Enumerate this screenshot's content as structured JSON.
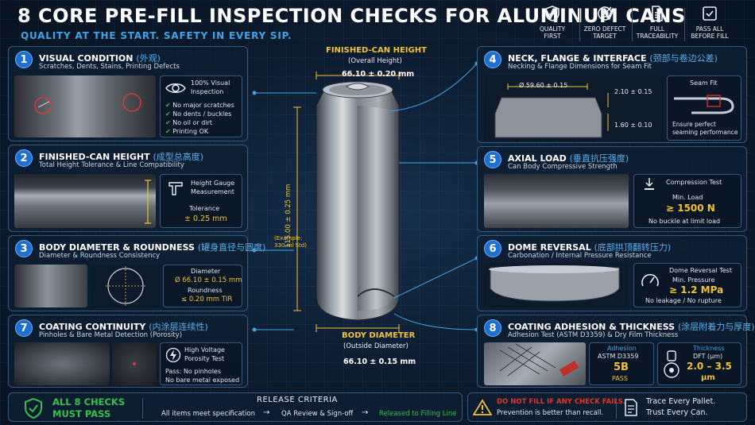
{
  "header": {
    "title": "8 CORE PRE-FILL INSPECTION CHECKS FOR ALUMINUM CANS",
    "subtitle": "QUALITY AT THE START.  SAFETY IN EVERY SIP.",
    "badges": [
      {
        "icon": "shield-check-icon",
        "line1": "QUALITY",
        "line2": "FIRST"
      },
      {
        "icon": "target-icon",
        "line1": "ZERO DEFECT",
        "line2": "TARGET"
      },
      {
        "icon": "document-icon",
        "line1": "FULL",
        "line2": "TRACEABILITY"
      },
      {
        "icon": "checkbox-icon",
        "line1": "PASS ALL",
        "line2": "BEFORE FILL"
      }
    ]
  },
  "checks": [
    {
      "num": "1",
      "title": "VISUAL CONDITION",
      "cn": "(外观)",
      "sub": "Scratches, Dents, Stains, Printing Defects",
      "box_title1": "100% Visual",
      "box_title2": "Inspection",
      "items": [
        "No major scratches",
        "No dents / buckles",
        "No oil or dirt",
        "Printing OK"
      ]
    },
    {
      "num": "2",
      "title": "FINISHED-CAN HEIGHT",
      "cn": "(成型总高度)",
      "sub": "Total Height Tolerance & Line Compatibility",
      "box_title1": "Height Gauge",
      "box_title2": "Measurement",
      "label": "Tolerance",
      "value": "± 0.25 mm"
    },
    {
      "num": "3",
      "title": "BODY DIAMETER & ROUNDNESS",
      "cn": "(罐身直径与圆度)",
      "sub": "Diameter & Roundness Consistency",
      "label1": "Diameter",
      "value1": "Ø 66.10 ± 0.15 mm",
      "label2": "Roundness",
      "value2": "≤ 0.20 mm TIR"
    },
    {
      "num": "7",
      "title": "COATING CONTINUITY",
      "cn": "(内涂层连续性)",
      "sub": "Pinholes & Bare Metal Detection (Porosity)",
      "box_title1": "High Voltage",
      "box_title2": "Porosity Test",
      "result1": "Pass: No pinholes",
      "result2": "No bare metal exposed"
    },
    {
      "num": "4",
      "title": "NECK, FLANGE & INTERFACE",
      "cn": "(颈部与卷边公差)",
      "sub": "Necking & Flange Dimensions for Seam Fit",
      "dia": "Ø 59.60 ± 0.15",
      "dim1": "2.10 ± 0.15",
      "dim2": "1.60 ± 0.10",
      "seam_title": "Seam Fit",
      "seam_note1": "Ensure perfect",
      "seam_note2": "seaming performance"
    },
    {
      "num": "5",
      "title": "AXIAL LOAD",
      "cn": "(垂直抗压强度)",
      "sub": "Can Body Compressive Strength",
      "box_title": "Compression Test",
      "label": "Min. Load",
      "value": "≥ 1500 N",
      "note": "No buckle at limit load"
    },
    {
      "num": "6",
      "title": "DOME REVERSAL",
      "cn": "(底部拱顶翻转压力)",
      "sub": "Carbonation / Internal Pressure Resistance",
      "box_title": "Dome Reversal Test",
      "label": "Min. Pressure",
      "value": "≥ 1.2 MPa",
      "note": "No leakage / No rupture"
    },
    {
      "num": "8",
      "title": "COATING ADHESION & THICKNESS",
      "cn": "(涂层附着力与厚度)",
      "sub": "Adhesion Test (ASTM D3359) & Dry Film Thickness",
      "adh_title": "Adhesion",
      "adh_std": "ASTM D3359",
      "adh_value": "5B",
      "adh_result": "PASS",
      "thk_title": "Thickness",
      "thk_label": "DFT (µm)",
      "thk_value": "2.0 – 3.5",
      "thk_unit": "µm"
    }
  ],
  "center": {
    "top_title": "FINISHED-CAN HEIGHT",
    "top_sub": "(Overall Height)",
    "top_dim": "66.10 ± 0.20 mm",
    "height_dim": "115.00 ± 0.25 mm",
    "example1": "(Example:",
    "example2": "330 ml Std)",
    "bottom_title": "BODY DIAMETER",
    "bottom_sub": "(Outside Diameter)",
    "bottom_dim": "66.10 ± 0.15 mm"
  },
  "footer": {
    "all_pass1": "ALL 8 CHECKS",
    "all_pass2": "MUST PASS",
    "release_title": "RELEASE CRITERIA",
    "steps": [
      "All items meet specification",
      "QA Review & Sign-off",
      "Released to Filling Line"
    ],
    "warn1": "DO NOT FILL IF ANY CHECK FAILS.",
    "warn2": "Prevention is better than recall.",
    "trace1": "Trace Every Pallet.",
    "trace2": "Trust Every Can."
  },
  "colors": {
    "accent": "#3fa4e6",
    "gold": "#f2c230",
    "pass": "#33c24a",
    "warn": "#e0362c"
  }
}
